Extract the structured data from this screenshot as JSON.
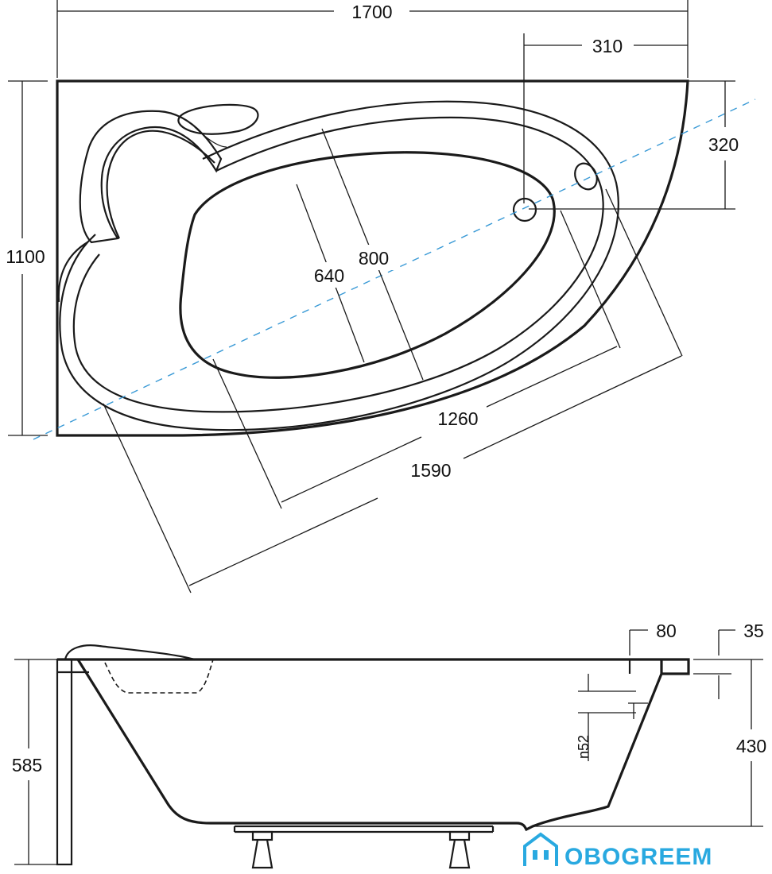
{
  "top_view": {
    "dimensions": {
      "overall_width": "1700",
      "overall_depth": "1100",
      "drain_from_right": "310",
      "drain_from_top": "320",
      "inner_width": "640",
      "outer_width": "800",
      "inner_length": "1260",
      "outer_length": "1590"
    }
  },
  "side_view": {
    "dimensions": {
      "rim_width": "80",
      "rim_thickness": "35",
      "overflow_height": "n52",
      "tub_depth": "430",
      "total_height": "585"
    }
  },
  "watermark": {
    "brand": "OBOGREEM",
    "icon": "house-icon"
  }
}
